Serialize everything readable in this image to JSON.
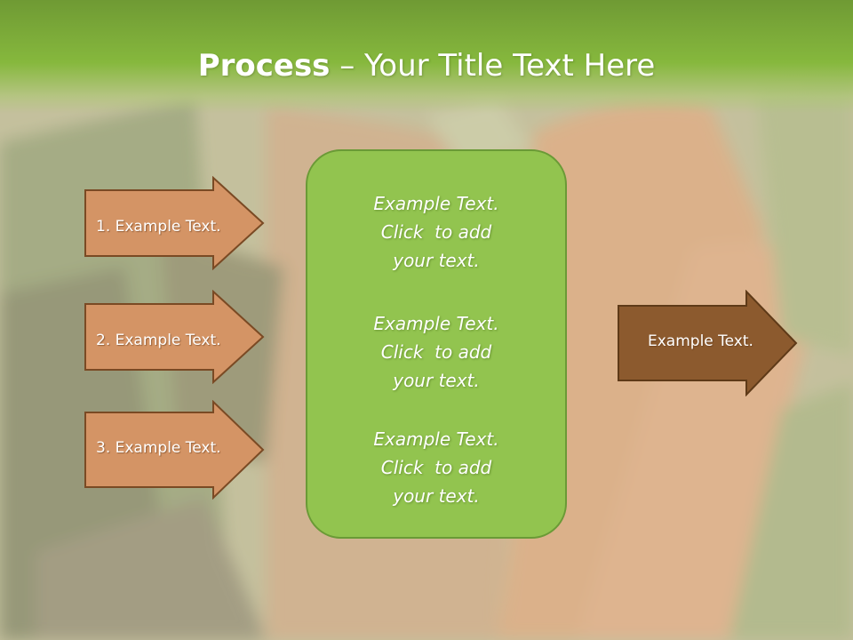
{
  "slide": {
    "title_bold": "Process",
    "title_rest": " – Your Title Text Here"
  },
  "left_arrows": [
    {
      "label": "1. Example Text."
    },
    {
      "label": "2. Example Text."
    },
    {
      "label": "3. Example Text."
    }
  ],
  "center_box": {
    "blocks": [
      {
        "line1": "Example Text.",
        "line2": "Click  to add",
        "line3": "your text."
      },
      {
        "line1": "Example Text.",
        "line2": "Click  to add",
        "line3": "your text."
      },
      {
        "line1": "Example Text.",
        "line2": "Click  to add",
        "line3": "your text."
      }
    ]
  },
  "right_arrow": {
    "label": "Example Text."
  },
  "colors": {
    "title_bar": "#86b83d",
    "left_arrow_fill": "#d49465",
    "arrow_border": "#7a4a24",
    "right_arrow_fill": "#8c5a2e",
    "center_box_fill": "#92c44f"
  }
}
